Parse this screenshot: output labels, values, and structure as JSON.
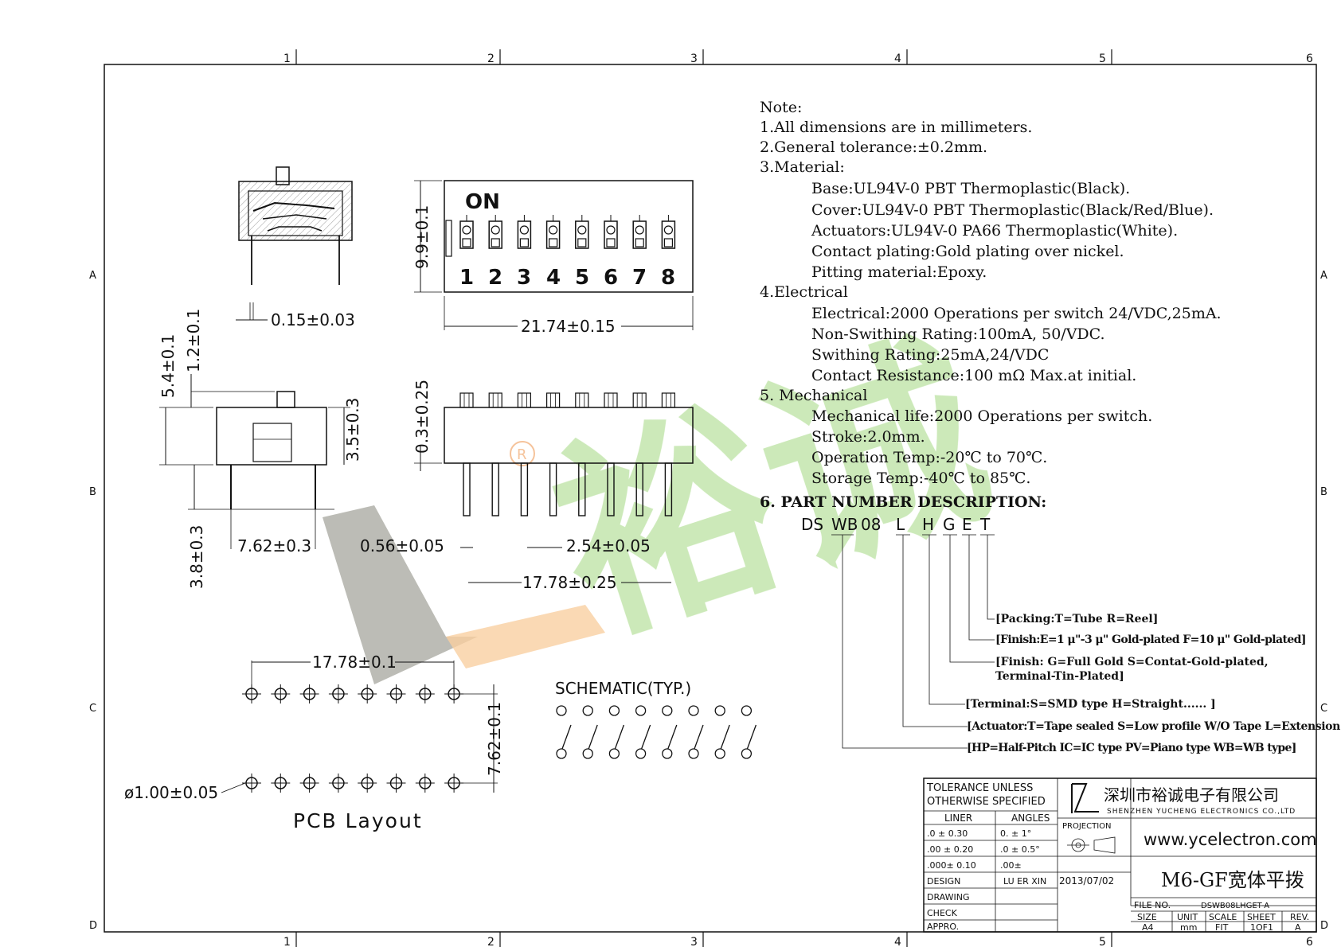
{
  "zones": {
    "cols": [
      "1",
      "2",
      "3",
      "4",
      "5",
      "6"
    ],
    "rows": [
      "A",
      "B",
      "C",
      "D"
    ]
  },
  "switch": {
    "on_label": "ON",
    "numbers": [
      "1",
      "2",
      "3",
      "4",
      "5",
      "6",
      "7",
      "8"
    ]
  },
  "dims": {
    "pin_thickness": "0.15±0.03",
    "body_height": "9.9±0.1",
    "body_length": "21.74±0.15",
    "total_height": "5.4±0.1",
    "actuator_height": "1.2±0.1",
    "body_side_height": "3.5±0.3",
    "pin_length": "3.8±0.3",
    "row_spacing": "7.62±0.3",
    "standoff": "0.3±0.25",
    "pin_width": "0.56±0.05",
    "pitch": "2.54±0.05",
    "pin_span": "17.78±0.25",
    "pcb_span": "17.78±0.1",
    "pcb_row_spacing": "7.62±0.1",
    "hole_diameter": "ø1.00±0.05"
  },
  "labels": {
    "schematic": "SCHEMATIC(TYP.)",
    "pcb_layout": "PCB Layout"
  },
  "notes": [
    "Note:",
    "1.All dimensions are in millimeters.",
    "2.General tolerance:±0.2mm.",
    "3.Material:",
    "Base:UL94V-0 PBT Thermoplastic(Black).",
    "Cover:UL94V-0 PBT Thermoplastic(Black/Red/Blue).",
    "Actuators:UL94V-0 PA66 Thermoplastic(White).",
    "Contact plating:Gold plating over nickel.",
    "Pitting material:Epoxy.",
    "4.Electrical",
    "Electrical:2000 Operations per switch 24/VDC,25mA.",
    "Non-Swithing Rating:100mA, 50/VDC.",
    "Swithing Rating:25mA,24/VDC",
    "Contact Resistance:100 mΩ Max.at initial.",
    "5. Mechanical",
    "Mechanical life:2000 Operations per switch.",
    "Stroke:2.0mm.",
    "Operation Temp:-20℃ to 70℃.",
    "Storage Temp:-40℃ to 85℃."
  ],
  "part_number": {
    "heading": "6. PART NUMBER DESCRIPTION:",
    "codes": [
      "DS",
      "WB",
      "08",
      "L",
      "H",
      "G",
      "E",
      "T"
    ],
    "descriptions": [
      "[Packing:T=Tube R=Reel]",
      "[Finish:E=1 μ\"-3 μ\" Gold-plated F=10 μ\" Gold-plated]",
      "[Finish: G=Full Gold S=Contat-Gold-plated,",
      "Terminal-Tin-Plated]",
      "[Terminal:S=SMD type  H=Straight...... ]",
      "[Actuator:T=Tape sealed S=Low profile W/O Tape L=Extension ]",
      "[HP=Half-Pitch IC=IC type PV=Piano type WB=WB type]"
    ]
  },
  "title_block": {
    "tolerance_line1": "TOLERANCE  UNLESS",
    "tolerance_line2": "OTHERWISE  SPECIFIED",
    "liner": "LINER",
    "angles": "ANGLES",
    "tol_rows": [
      [
        ".0   ±  0.30",
        "0. ±   1°"
      ],
      [
        ".00 ±  0.20",
        ".0 ±   0.5°"
      ],
      [
        ".000±  0.10",
        ".00±"
      ]
    ],
    "design": "DESIGN",
    "designer": "LU  ER  XIN",
    "date": "2013/07/02",
    "drawing": "DRAWING",
    "check": "CHECK",
    "appro": "APPRO.",
    "company_cn": "深圳市裕诚电子有限公司",
    "company_en": "SHENZHEN YUCHENG ELECTRONICS CO.,LTD",
    "projection": "PROJECTION",
    "website": "www.ycelectron.com",
    "product": "M6-GF宽体平拨",
    "file_no_label": "FILE  NO.",
    "file_no": "DSWB08LHGET-A",
    "size_label": "SIZE",
    "unit_label": "UNIT",
    "scale_label": "SCALE",
    "sheet_label": "SHEET",
    "rev_label": "REV.",
    "size": "A4",
    "unit": "mm",
    "scale": "FIT",
    "sheet": "1OF1",
    "rev": "A"
  },
  "watermark": {
    "text": "裕诚",
    "mark": "R",
    "colors": {
      "green": "#bfe3a6",
      "gray": "#9a9a90",
      "orange": "#f6c890"
    }
  }
}
